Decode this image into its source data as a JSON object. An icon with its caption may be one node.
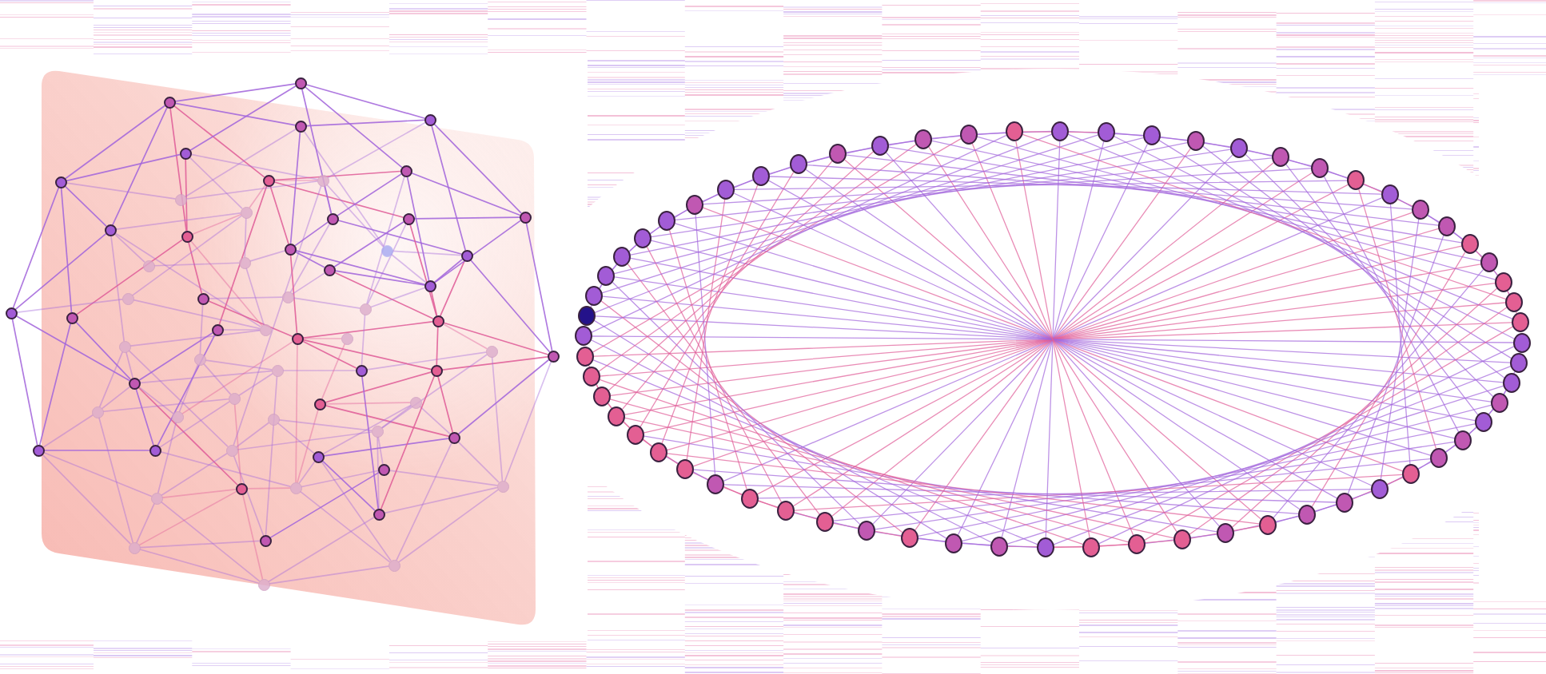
{
  "diagram": {
    "nodes": [
      {
        "text": [],
        "shape": "circle"
      },
      {
        "text": [],
        "shape": "circle"
      },
      {
        "text": [],
        "shape": "circle"
      },
      {
        "text": [],
        "shape": "circle"
      },
      {
        "text": [],
        "shape": "circle"
      },
      {
        "text": [],
        "shape": "circle"
      },
      {
        "text": [],
        "shape": "circle"
      },
      {
        "text": [],
        "shape": "circle"
      },
      {
        "text": [],
        "shape": "circle"
      },
      {
        "text": [],
        "shape": "circle"
      },
      {
        "text": [],
        "shape": "circle"
      },
      {
        "text": [],
        "shape": "circle"
      },
      {
        "text": [],
        "shape": "circle"
      },
      {
        "text": [],
        "shape": "circle"
      },
      {
        "text": [],
        "shape": "circle"
      },
      {
        "text": [],
        "shape": "circle"
      },
      {
        "text": [],
        "shape": "circle"
      },
      {
        "text": [],
        "shape": "circle"
      },
      {
        "text": [],
        "shape": "circle"
      },
      {
        "text": [],
        "shape": "circle"
      },
      {
        "text": [],
        "shape": "circle"
      },
      {
        "text": [],
        "shape": "circle"
      },
      {
        "text": [],
        "shape": "circle"
      },
      {
        "text": [],
        "shape": "circle"
      },
      {
        "text": [],
        "shape": "circle"
      },
      {
        "text": [],
        "shape": "circle"
      },
      {
        "text": [],
        "shape": "circle"
      },
      {
        "text": [],
        "shape": "circle"
      },
      {
        "text": [],
        "shape": "circle"
      },
      {
        "text": [],
        "shape": "circle"
      },
      {
        "text": [],
        "shape": "circle"
      },
      {
        "text": [],
        "shape": "circle"
      },
      {
        "text": [],
        "shape": "circle"
      },
      {
        "text": [],
        "shape": "circle"
      },
      {
        "text": [],
        "shape": "circle"
      },
      {
        "text": [],
        "shape": "circle"
      },
      {
        "text": [],
        "shape": "circle"
      },
      {
        "text": [],
        "shape": "circle"
      },
      {
        "text": [],
        "shape": "circle"
      },
      {
        "text": [],
        "shape": "circle"
      },
      {
        "text": [],
        "shape": "circle"
      },
      {
        "text": [],
        "shape": "circle"
      },
      {
        "text": [],
        "shape": "circle"
      },
      {
        "text": [],
        "shape": "circle"
      },
      {
        "text": [],
        "shape": "circle"
      },
      {
        "text": [],
        "shape": "circle"
      },
      {
        "text": [],
        "shape": "circle"
      },
      {
        "text": [],
        "shape": "circle"
      },
      {
        "text": [],
        "shape": "circle"
      },
      {
        "text": [],
        "shape": "circle"
      },
      {
        "text": [],
        "shape": "circle"
      },
      {
        "text": [],
        "shape": "circle"
      },
      {
        "text": [],
        "shape": "circle"
      },
      {
        "text": [],
        "shape": "circle"
      },
      {
        "text": [],
        "shape": "circle"
      },
      {
        "text": [],
        "shape": "circle"
      },
      {
        "text": [],
        "shape": "circle"
      },
      {
        "text": [],
        "shape": "circle"
      },
      {
        "text": [],
        "shape": "circle"
      },
      {
        "text": [],
        "shape": "circle"
      },
      {
        "text": [],
        "shape": "circle"
      },
      {
        "text": [],
        "shape": "circle"
      },
      {
        "text": [],
        "shape": "circle"
      },
      {
        "text": [],
        "shape": "circle"
      },
      {
        "text": [],
        "shape": "circle"
      },
      {
        "text": [],
        "shape": "circle"
      },
      {
        "text": [],
        "shape": "circle"
      },
      {
        "text": [],
        "shape": "circle"
      },
      {
        "text": [],
        "shape": "circle"
      },
      {
        "text": [],
        "shape": "circle"
      },
      {
        "text": [],
        "shape": "circle"
      },
      {
        "text": [],
        "shape": "circle"
      },
      {
        "text": [],
        "shape": "circle"
      },
      {
        "text": [],
        "shape": "circle"
      },
      {
        "text": [],
        "shape": "circle"
      },
      {
        "text": [],
        "shape": "circle"
      },
      {
        "text": [],
        "shape": "circle"
      },
      {
        "text": [],
        "shape": "circle"
      },
      {
        "text": [],
        "shape": "circle"
      },
      {
        "text": [],
        "shape": "circle"
      },
      {
        "text": [],
        "shape": "circle"
      },
      {
        "text": [],
        "shape": "circle"
      },
      {
        "text": [],
        "shape": "circle"
      },
      {
        "text": [],
        "shape": "circle"
      },
      {
        "text": [],
        "shape": "circle"
      },
      {
        "text": [],
        "shape": "circle"
      },
      {
        "text": [],
        "shape": "circle"
      },
      {
        "text": [],
        "shape": "circle"
      },
      {
        "text": [],
        "shape": "circle"
      },
      {
        "text": [],
        "shape": "circle"
      },
      {
        "text": [],
        "shape": "circle"
      },
      {
        "text": [],
        "shape": "circle"
      },
      {
        "text": [],
        "shape": "circle"
      },
      {
        "text": [],
        "shape": "circle"
      },
      {
        "text": [],
        "shape": "circle"
      },
      {
        "text": [],
        "shape": "circle"
      },
      {
        "text": [],
        "shape": "circle"
      },
      {
        "text": [],
        "shape": "circle"
      },
      {
        "text": [],
        "shape": "circle"
      },
      {
        "text": [],
        "shape": "circle"
      },
      {
        "text": [],
        "shape": "circle"
      },
      {
        "text": [],
        "shape": "circle"
      },
      {
        "text": [],
        "shape": "circle"
      },
      {
        "text": [],
        "shape": "circle"
      },
      {
        "text": [],
        "shape": "circle"
      },
      {
        "text": [],
        "shape": "circle"
      },
      {
        "text": [],
        "shape": "circle"
      },
      {
        "text": [],
        "shape": "circle"
      },
      {
        "text": [],
        "shape": "circle"
      },
      {
        "text": [],
        "shape": "circle"
      },
      {
        "text": [],
        "shape": "circle"
      },
      {
        "text": [],
        "shape": "circle"
      },
      {
        "text": [],
        "shape": "circle"
      },
      {
        "text": [],
        "shape": "circle"
      },
      {
        "text": [],
        "shape": "circle"
      },
      {
        "text": [],
        "shape": "circle"
      },
      {
        "text": [],
        "shape": "circle"
      },
      {
        "text": [],
        "shape": "circle"
      },
      {
        "text": [],
        "shape": "circle"
      },
      {
        "text": [],
        "shape": "circle"
      },
      {
        "text": [],
        "shape": "circle"
      },
      {
        "text": [],
        "shape": "circle"
      },
      {
        "text": [],
        "shape": "circle"
      },
      {
        "text": [],
        "shape": "circle"
      },
      {
        "text": [],
        "shape": "circle"
      },
      {
        "text": [],
        "shape": "circle"
      },
      {
        "text": [],
        "shape": "circle"
      },
      {
        "text": [],
        "shape": "circle"
      }
    ],
    "edges": [
      {
        "from": 1,
        "to": 0,
        "arrow": "none"
      },
      {
        "from": 1,
        "to": 3,
        "arrow": "none"
      },
      {
        "from": 1,
        "to": 7,
        "arrow": "none",
        "color": "#e0609a"
      },
      {
        "from": 1,
        "to": 6,
        "arrow": "none"
      },
      {
        "from": 1,
        "to": 14,
        "arrow": "none"
      },
      {
        "from": 1,
        "to": 15,
        "arrow": "none",
        "color": "#e0609a"
      },
      {
        "from": 4,
        "to": 6,
        "arrow": "none"
      },
      {
        "from": 4,
        "to": 0,
        "arrow": "none"
      },
      {
        "from": 4,
        "to": 8,
        "arrow": "none"
      },
      {
        "from": 4,
        "to": 15,
        "arrow": "none",
        "color": "#e0609a"
      },
      {
        "from": 4,
        "to": 10,
        "arrow": "none"
      },
      {
        "from": 6,
        "to": 9,
        "arrow": "none"
      },
      {
        "from": 6,
        "to": 14,
        "arrow": "none"
      },
      {
        "from": 6,
        "to": 27,
        "arrow": "none"
      },
      {
        "from": 6,
        "to": 28,
        "arrow": "none"
      },
      {
        "from": 14,
        "to": 10,
        "arrow": "none"
      },
      {
        "from": 14,
        "to": 20,
        "arrow": "none"
      },
      {
        "from": 14,
        "to": 31,
        "arrow": "none"
      },
      {
        "from": 14,
        "to": 34,
        "arrow": "none"
      },
      {
        "from": 14,
        "to": 27,
        "arrow": "none"
      },
      {
        "from": 7,
        "to": 30,
        "arrow": "none",
        "color": "#e0609a"
      },
      {
        "from": 7,
        "to": 16,
        "arrow": "none",
        "color": "#e0609a"
      },
      {
        "from": 7,
        "to": 5,
        "arrow": "none",
        "color": "#e0609a"
      },
      {
        "from": 7,
        "to": 12,
        "arrow": "none",
        "color": "#e0609a"
      },
      {
        "from": 7,
        "to": 8,
        "arrow": "none",
        "color": "#e0609a"
      },
      {
        "from": 9,
        "to": 8,
        "arrow": "none"
      },
      {
        "from": 9,
        "to": 3,
        "arrow": "none"
      },
      {
        "from": 15,
        "to": 28,
        "arrow": "none",
        "color": "#e0609a"
      },
      {
        "from": 15,
        "to": 24,
        "arrow": "none",
        "color": "#e0609a"
      },
      {
        "from": 15,
        "to": 10,
        "arrow": "none",
        "color": "#e0609a"
      },
      {
        "from": 15,
        "to": 31,
        "arrow": "none",
        "color": "#e0609a"
      },
      {
        "from": 20,
        "to": 19,
        "arrow": "none"
      },
      {
        "from": 23,
        "to": 27,
        "arrow": "none"
      },
      {
        "from": 23,
        "to": 31,
        "arrow": "none"
      },
      {
        "from": 23,
        "to": 10,
        "arrow": "none"
      },
      {
        "from": 24,
        "to": 32,
        "arrow": "none",
        "color": "#e0609a"
      },
      {
        "from": 27,
        "to": 50,
        "arrow": "none"
      },
      {
        "from": 27,
        "to": 41,
        "arrow": "none"
      },
      {
        "from": 28,
        "to": 50,
        "arrow": "none"
      },
      {
        "from": 28,
        "to": 41,
        "arrow": "none"
      },
      {
        "from": 34,
        "to": 31,
        "arrow": "none"
      },
      {
        "from": 34,
        "to": 45,
        "arrow": "none"
      },
      {
        "from": 34,
        "to": 41,
        "arrow": "none"
      },
      {
        "from": 34,
        "to": 52,
        "arrow": "none"
      },
      {
        "from": 41,
        "to": 38,
        "arrow": "none"
      },
      {
        "from": 41,
        "to": 30,
        "arrow": "none"
      },
      {
        "from": 41,
        "to": 51,
        "arrow": "none"
      },
      {
        "from": 41,
        "to": 45,
        "arrow": "none"
      },
      {
        "from": 41,
        "to": 46,
        "arrow": "none"
      },
      {
        "from": 41,
        "to": 57,
        "arrow": "none",
        "color": "#e0609a"
      },
      {
        "from": 45,
        "to": 50,
        "arrow": "none"
      },
      {
        "from": 45,
        "to": 42,
        "arrow": "none"
      },
      {
        "from": 45,
        "to": 61,
        "arrow": "none"
      },
      {
        "from": 46,
        "to": 32,
        "arrow": "none",
        "color": "#e0609a"
      },
      {
        "from": 46,
        "to": 58,
        "arrow": "none"
      },
      {
        "from": 50,
        "to": 51,
        "arrow": "none"
      },
      {
        "from": 50,
        "to": 58,
        "arrow": "none"
      },
      {
        "from": 50,
        "to": 61,
        "arrow": "none"
      },
      {
        "from": 51,
        "to": 42,
        "arrow": "none"
      },
      {
        "from": 51,
        "to": 56,
        "arrow": "none"
      },
      {
        "from": 51,
        "to": 30,
        "arrow": "none"
      },
      {
        "from": 58,
        "to": 52,
        "arrow": "none"
      },
      {
        "from": 58,
        "to": 61,
        "arrow": "none"
      },
      {
        "from": 58,
        "to": 63,
        "arrow": "none"
      },
      {
        "from": 58,
        "to": 57,
        "arrow": "none",
        "color": "#e0609a"
      },
      {
        "from": 61,
        "to": 60,
        "arrow": "none"
      },
      {
        "from": 61,
        "to": 63,
        "arrow": "none"
      },
      {
        "from": 61,
        "to": 57,
        "arrow": "none",
        "color": "#e0609a"
      },
      {
        "from": 52,
        "to": 47,
        "arrow": "none"
      },
      {
        "from": 52,
        "to": 48,
        "arrow": "none"
      },
      {
        "from": 52,
        "to": 60,
        "arrow": "none"
      },
      {
        "from": 57,
        "to": 56,
        "arrow": "none",
        "color": "#e0609a"
      },
      {
        "from": 57,
        "to": 63,
        "arrow": "none",
        "color": "#e0609a"
      },
      {
        "from": 57,
        "to": 42,
        "arrow": "none",
        "color": "#e0609a"
      },
      {
        "from": 60,
        "to": 38,
        "arrow": "none"
      },
      {
        "from": 60,
        "to": 54,
        "arrow": "none"
      },
      {
        "from": 63,
        "to": 62,
        "arrow": "none"
      },
      {
        "from": 63,
        "to": 59,
        "arrow": "none"
      },
      {
        "from": 36,
        "to": 13,
        "arrow": "none"
      },
      {
        "from": 36,
        "to": 49,
        "arrow": "none"
      },
      {
        "from": 36,
        "to": 55,
        "arrow": "none"
      },
      {
        "from": 36,
        "to": 29,
        "arrow": "none",
        "color": "#e0609a"
      },
      {
        "from": 36,
        "to": 40,
        "arrow": "none",
        "color": "#e0609a"
      },
      {
        "from": 49,
        "to": 62,
        "arrow": "none"
      },
      {
        "from": 49,
        "to": 55,
        "arrow": "none"
      },
      {
        "from": 49,
        "to": 53,
        "arrow": "none"
      },
      {
        "from": 49,
        "to": 43,
        "arrow": "none"
      },
      {
        "from": 49,
        "to": 40,
        "arrow": "none",
        "color": "#e0609a"
      },
      {
        "from": 49,
        "to": 44,
        "arrow": "none",
        "color": "#e0609a"
      },
      {
        "from": 55,
        "to": 35,
        "arrow": "none"
      },
      {
        "from": 55,
        "to": 54,
        "arrow": "none"
      },
      {
        "from": 55,
        "to": 59,
        "arrow": "none"
      },
      {
        "from": 55,
        "to": 62,
        "arrow": "none"
      },
      {
        "from": 35,
        "to": 39,
        "arrow": "none"
      },
      {
        "from": 35,
        "to": 48,
        "arrow": "none"
      },
      {
        "from": 35,
        "to": 29,
        "arrow": "none",
        "color": "#e0609a"
      },
      {
        "from": 29,
        "to": 18,
        "arrow": "none",
        "color": "#e0609a"
      },
      {
        "from": 29,
        "to": 21,
        "arrow": "none",
        "color": "#e0609a"
      },
      {
        "from": 29,
        "to": 32,
        "arrow": "none",
        "color": "#e0609a"
      },
      {
        "from": 29,
        "to": 40,
        "arrow": "none",
        "color": "#e0609a"
      },
      {
        "from": 40,
        "to": 44,
        "arrow": "none",
        "color": "#e0609a"
      },
      {
        "from": 40,
        "to": 59,
        "arrow": "none",
        "color": "#e0609a"
      },
      {
        "from": 40,
        "to": 32,
        "arrow": "none",
        "color": "#e0609a"
      },
      {
        "from": 32,
        "to": 33,
        "arrow": "none",
        "color": "#e0609a"
      },
      {
        "from": 32,
        "to": 56,
        "arrow": "none",
        "color": "#e0609a"
      },
      {
        "from": 32,
        "to": 39,
        "arrow": "none",
        "color": "#e0609a"
      },
      {
        "from": 39,
        "to": 59,
        "arrow": "none"
      },
      {
        "from": 39,
        "to": 26,
        "arrow": "none"
      },
      {
        "from": 39,
        "to": 38,
        "arrow": "none"
      },
      {
        "from": 44,
        "to": 43,
        "arrow": "none",
        "color": "#e0609a"
      },
      {
        "from": 44,
        "to": 56,
        "arrow": "none",
        "color": "#e0609a"
      },
      {
        "from": 44,
        "to": 33,
        "arrow": "none",
        "color": "#e0609a"
      },
      {
        "from": 43,
        "to": 48,
        "arrow": "none"
      },
      {
        "from": 43,
        "to": 53,
        "arrow": "none"
      },
      {
        "from": 48,
        "to": 47,
        "arrow": "none"
      },
      {
        "from": 48,
        "to": 54,
        "arrow": "none"
      },
      {
        "from": 48,
        "to": 59,
        "arrow": "none"
      },
      {
        "from": 53,
        "to": 59,
        "arrow": "none"
      },
      {
        "from": 53,
        "to": 47,
        "arrow": "none"
      },
      {
        "from": 53,
        "to": 62,
        "arrow": "none"
      },
      {
        "from": 53,
        "to": 56,
        "arrow": "none"
      },
      {
        "from": 54,
        "to": 56,
        "arrow": "none"
      },
      {
        "from": 56,
        "to": 62,
        "arrow": "none"
      },
      {
        "from": 0,
        "to": 2,
        "arrow": "none"
      },
      {
        "from": 0,
        "to": 11,
        "arrow": "none"
      },
      {
        "from": 0,
        "to": 5,
        "arrow": "none"
      },
      {
        "from": 3,
        "to": 2,
        "arrow": "none"
      },
      {
        "from": 3,
        "to": 16,
        "arrow": "none"
      },
      {
        "from": 3,
        "to": 17,
        "arrow": "none"
      },
      {
        "from": 2,
        "to": 8,
        "arrow": "none"
      },
      {
        "from": 2,
        "to": 18,
        "arrow": "none"
      },
      {
        "from": 2,
        "to": 13,
        "arrow": "none"
      },
      {
        "from": 5,
        "to": 11,
        "arrow": "none"
      },
      {
        "from": 5,
        "to": 22,
        "arrow": "none"
      },
      {
        "from": 5,
        "to": 13,
        "arrow": "none"
      },
      {
        "from": 5,
        "to": 26,
        "arrow": "none"
      },
      {
        "from": 8,
        "to": 11,
        "arrow": "none"
      },
      {
        "from": 8,
        "to": 17,
        "arrow": "none"
      },
      {
        "from": 8,
        "to": 52,
        "arrow": "none"
      },
      {
        "from": 11,
        "to": 18,
        "arrow": "none"
      },
      {
        "from": 11,
        "to": 16,
        "arrow": "none"
      },
      {
        "from": 11,
        "to": 25,
        "arrow": "none"
      },
      {
        "from": 12,
        "to": 21,
        "arrow": "none"
      },
      {
        "from": 12,
        "to": 29,
        "arrow": "none",
        "color": "#e0609a"
      },
      {
        "from": 12,
        "to": 13,
        "arrow": "none"
      },
      {
        "from": 12,
        "to": 26,
        "arrow": "none"
      },
      {
        "from": 13,
        "to": 22,
        "arrow": "none"
      },
      {
        "from": 16,
        "to": 32,
        "arrow": "none",
        "color": "#e0609a"
      },
      {
        "from": 16,
        "to": 21,
        "arrow": "none"
      },
      {
        "from": 16,
        "to": 22,
        "arrow": "none"
      },
      {
        "from": 17,
        "to": 22,
        "arrow": "none"
      },
      {
        "from": 17,
        "to": 18,
        "arrow": "none"
      },
      {
        "from": 18,
        "to": 22,
        "arrow": "none"
      },
      {
        "from": 18,
        "to": 36,
        "arrow": "none"
      },
      {
        "from": 21,
        "to": 25,
        "arrow": "none"
      },
      {
        "from": 21,
        "to": 22,
        "arrow": "none"
      },
      {
        "from": 22,
        "to": 29,
        "arrow": "none",
        "color": "#e0609a"
      },
      {
        "from": 22,
        "to": 26,
        "arrow": "none"
      },
      {
        "from": 26,
        "to": 25,
        "arrow": "none"
      },
      {
        "from": 25,
        "to": 24,
        "arrow": "none"
      },
      {
        "from": 10,
        "to": 7,
        "arrow": "none",
        "color": "#e0609a"
      },
      {
        "from": 10,
        "to": 19,
        "arrow": "none"
      },
      {
        "from": 19,
        "to": 31,
        "arrow": "none"
      },
      {
        "from": 19,
        "to": 16,
        "arrow": "none"
      },
      {
        "from": 30,
        "to": 31,
        "arrow": "none"
      },
      {
        "from": 37,
        "to": 24,
        "arrow": "none"
      },
      {
        "from": 37,
        "to": 46,
        "arrow": "none"
      },
      {
        "from": 37,
        "to": 38,
        "arrow": "none"
      },
      {
        "from": 37,
        "to": 42,
        "arrow": "none"
      },
      {
        "from": 42,
        "to": 38,
        "arrow": "none"
      },
      {
        "from": 64,
        "to": 66,
        "arrow": "none"
      },
      {
        "from": 65,
        "to": 67,
        "arrow": "none"
      },
      {
        "from": 66,
        "to": 68,
        "arrow": "none"
      },
      {
        "from": 67,
        "to": 69,
        "arrow": "none"
      },
      {
        "from": 68,
        "to": 70,
        "arrow": "none"
      },
      {
        "from": 69,
        "to": 71,
        "arrow": "none"
      },
      {
        "from": 70,
        "to": 72,
        "arrow": "none"
      },
      {
        "from": 71,
        "to": 73,
        "arrow": "none",
        "color": "#e0609a"
      },
      {
        "from": 72,
        "to": 74,
        "arrow": "none"
      },
      {
        "from": 73,
        "to": 75,
        "arrow": "none"
      },
      {
        "from": 74,
        "to": 76,
        "arrow": "none"
      },
      {
        "from": 75,
        "to": 77,
        "arrow": "none",
        "color": "#e0609a"
      },
      {
        "from": 76,
        "to": 78,
        "arrow": "none"
      },
      {
        "from": 77,
        "to": 79,
        "arrow": "none",
        "color": "#e0609a"
      },
      {
        "from": 81,
        "to": 83,
        "arrow": "none"
      },
      {
        "from": 82,
        "to": 84,
        "arrow": "none"
      },
      {
        "from": 83,
        "to": 85,
        "arrow": "none"
      },
      {
        "from": 84,
        "to": 86,
        "arrow": "none"
      },
      {
        "from": 85,
        "to": 87,
        "arrow": "none"
      },
      {
        "from": 86,
        "to": 88,
        "arrow": "none"
      },
      {
        "from": 87,
        "to": 89,
        "arrow": "none",
        "color": "#e0609a"
      },
      {
        "from": 88,
        "to": 90,
        "arrow": "none"
      },
      {
        "from": 89,
        "to": 91,
        "arrow": "none"
      },
      {
        "from": 90,
        "to": 92,
        "arrow": "none"
      },
      {
        "from": 91,
        "to": 93,
        "arrow": "none",
        "color": "#e0609a"
      },
      {
        "from": 92,
        "to": 94,
        "arrow": "none"
      },
      {
        "from": 93,
        "to": 95,
        "arrow": "none",
        "color": "#e0609a"
      },
      {
        "from": 94,
        "to": 96,
        "arrow": "none",
        "color": "#e0609a"
      },
      {
        "from": 95,
        "to": 97,
        "arrow": "none",
        "color": "#e0609a"
      },
      {
        "from": 96,
        "to": 98,
        "arrow": "none"
      },
      {
        "from": 97,
        "to": 99,
        "arrow": "none"
      },
      {
        "from": 98,
        "to": 100,
        "arrow": "none"
      },
      {
        "from": 99,
        "to": 101,
        "arrow": "none",
        "color": "#e0609a"
      },
      {
        "from": 100,
        "to": 102,
        "arrow": "none"
      },
      {
        "from": 101,
        "to": 103,
        "arrow": "none",
        "color": "#e0609a"
      },
      {
        "from": 102,
        "to": 104,
        "arrow": "none",
        "color": "#e0609a"
      },
      {
        "from": 103,
        "to": 105,
        "arrow": "none",
        "color": "#e0609a"
      },
      {
        "from": 104,
        "to": 106,
        "arrow": "none"
      },
      {
        "from": 105,
        "to": 107,
        "arrow": "none",
        "color": "#e0609a"
      },
      {
        "from": 106,
        "to": 108,
        "arrow": "none",
        "color": "#e0609a"
      },
      {
        "from": 107,
        "to": 109,
        "arrow": "none",
        "color": "#e0609a"
      },
      {
        "from": 108,
        "to": 110,
        "arrow": "none",
        "color": "#e0609a"
      },
      {
        "from": 109,
        "to": 111,
        "arrow": "none",
        "color": "#e0609a"
      },
      {
        "from": 113,
        "to": 115,
        "arrow": "none"
      },
      {
        "from": 114,
        "to": 116,
        "arrow": "none"
      },
      {
        "from": 115,
        "to": 117,
        "arrow": "none"
      },
      {
        "from": 116,
        "to": 118,
        "arrow": "none"
      },
      {
        "from": 117,
        "to": 119,
        "arrow": "none"
      },
      {
        "from": 118,
        "to": 120,
        "arrow": "none"
      },
      {
        "from": 119,
        "to": 121,
        "arrow": "none"
      },
      {
        "from": 120,
        "to": 122,
        "arrow": "none"
      },
      {
        "from": 121,
        "to": 123,
        "arrow": "none"
      },
      {
        "from": 122,
        "to": 124,
        "arrow": "none"
      },
      {
        "from": 123,
        "to": 125,
        "arrow": "none"
      },
      {
        "from": 124,
        "to": 126,
        "arrow": "none"
      },
      {
        "from": 125,
        "to": 127,
        "arrow": "none"
      },
      {
        "from": 126,
        "to": 64,
        "arrow": "none"
      },
      {
        "from": 127,
        "to": 65,
        "arrow": "none",
        "color": "#e0609a"
      },
      {
        "from": 64,
        "to": 96,
        "arrow": "none"
      },
      {
        "from": 65,
        "to": 97,
        "arrow": "none"
      },
      {
        "from": 66,
        "to": 98,
        "arrow": "none"
      },
      {
        "from": 67,
        "to": 99,
        "arrow": "none",
        "color": "#e0609a"
      },
      {
        "from": 68,
        "to": 100,
        "arrow": "none"
      },
      {
        "from": 69,
        "to": 101,
        "arrow": "none",
        "color": "#e0609a"
      },
      {
        "from": 70,
        "to": 102,
        "arrow": "none",
        "color": "#e0609a"
      },
      {
        "from": 71,
        "to": 103,
        "arrow": "none",
        "color": "#e0609a"
      },
      {
        "from": 72,
        "to": 104,
        "arrow": "none"
      },
      {
        "from": 73,
        "to": 105,
        "arrow": "none",
        "color": "#e0609a"
      },
      {
        "from": 74,
        "to": 106,
        "arrow": "none",
        "color": "#e0609a"
      },
      {
        "from": 75,
        "to": 107,
        "arrow": "none",
        "color": "#e0609a"
      },
      {
        "from": 76,
        "to": 108,
        "arrow": "none",
        "color": "#e0609a"
      },
      {
        "from": 77,
        "to": 109,
        "arrow": "none",
        "color": "#e0609a"
      },
      {
        "from": 78,
        "to": 110,
        "arrow": "none",
        "color": "#e0609a"
      },
      {
        "from": 79,
        "to": 111,
        "arrow": "none",
        "color": "#e0609a"
      },
      {
        "from": 80,
        "to": 112,
        "arrow": "none"
      },
      {
        "from": 81,
        "to": 113,
        "arrow": "none"
      },
      {
        "from": 82,
        "to": 114,
        "arrow": "none"
      },
      {
        "from": 83,
        "to": 115,
        "arrow": "none"
      },
      {
        "from": 84,
        "to": 116,
        "arrow": "none"
      },
      {
        "from": 85,
        "to": 117,
        "arrow": "none"
      },
      {
        "from": 86,
        "to": 118,
        "arrow": "none"
      },
      {
        "from": 87,
        "to": 119,
        "arrow": "none",
        "color": "#e0609a"
      },
      {
        "from": 88,
        "to": 120,
        "arrow": "none"
      },
      {
        "from": 89,
        "to": 121,
        "arrow": "none"
      },
      {
        "from": 90,
        "to": 122,
        "arrow": "none"
      },
      {
        "from": 91,
        "to": 123,
        "arrow": "none",
        "color": "#e0609a"
      },
      {
        "from": 92,
        "to": 124,
        "arrow": "none"
      },
      {
        "from": 93,
        "to": 125,
        "arrow": "none",
        "color": "#e0609a"
      },
      {
        "from": 94,
        "to": 126,
        "arrow": "none",
        "color": "#e0609a"
      },
      {
        "from": 95,
        "to": 127,
        "arrow": "none",
        "color": "#e0609a"
      },
      {
        "from": 64,
        "to": 79,
        "arrow": "none"
      },
      {
        "from": 65,
        "to": 80,
        "arrow": "none"
      },
      {
        "from": 66,
        "to": 81,
        "arrow": "none"
      },
      {
        "from": 67,
        "to": 82,
        "arrow": "none"
      },
      {
        "from": 68,
        "to": 83,
        "arrow": "none"
      },
      {
        "from": 69,
        "to": 84,
        "arrow": "none"
      },
      {
        "from": 70,
        "to": 85,
        "arrow": "none"
      },
      {
        "from": 71,
        "to": 86,
        "arrow": "none",
        "color": "#e0609a"
      },
      {
        "from": 72,
        "to": 87,
        "arrow": "none"
      },
      {
        "from": 73,
        "to": 88,
        "arrow": "none"
      },
      {
        "from": 74,
        "to": 89,
        "arrow": "none"
      },
      {
        "from": 75,
        "to": 90,
        "arrow": "none",
        "color": "#e0609a"
      },
      {
        "from": 76,
        "to": 91,
        "arrow": "none"
      },
      {
        "from": 77,
        "to": 92,
        "arrow": "none",
        "color": "#e0609a"
      },
      {
        "from": 78,
        "to": 93,
        "arrow": "none",
        "color": "#e0609a"
      },
      {
        "from": 79,
        "to": 94,
        "arrow": "none",
        "color": "#e0609a"
      },
      {
        "from": 80,
        "to": 95,
        "arrow": "none"
      },
      {
        "from": 81,
        "to": 96,
        "arrow": "none"
      },
      {
        "from": 82,
        "to": 97,
        "arrow": "none"
      },
      {
        "from": 83,
        "to": 98,
        "arrow": "none"
      },
      {
        "from": 84,
        "to": 99,
        "arrow": "none"
      },
      {
        "from": 85,
        "to": 100,
        "arrow": "none"
      },
      {
        "from": 86,
        "to": 101,
        "arrow": "none"
      },
      {
        "from": 87,
        "to": 102,
        "arrow": "none",
        "color": "#e0609a"
      },
      {
        "from": 88,
        "to": 103,
        "arrow": "none"
      },
      {
        "from": 89,
        "to": 104,
        "arrow": "none"
      },
      {
        "from": 90,
        "to": 105,
        "arrow": "none"
      },
      {
        "from": 91,
        "to": 106,
        "arrow": "none",
        "color": "#e0609a"
      },
      {
        "from": 92,
        "to": 107,
        "arrow": "none"
      },
      {
        "from": 93,
        "to": 108,
        "arrow": "none",
        "color": "#e0609a"
      },
      {
        "from": 94,
        "to": 109,
        "arrow": "none",
        "color": "#e0609a"
      },
      {
        "from": 95,
        "to": 110,
        "arrow": "none",
        "color": "#e0609a"
      },
      {
        "from": 96,
        "to": 111,
        "arrow": "none"
      },
      {
        "from": 97,
        "to": 112,
        "arrow": "none"
      },
      {
        "from": 98,
        "to": 113,
        "arrow": "none"
      },
      {
        "from": 99,
        "to": 114,
        "arrow": "none",
        "color": "#e0609a"
      },
      {
        "from": 100,
        "to": 115,
        "arrow": "none"
      },
      {
        "from": 101,
        "to": 116,
        "arrow": "none",
        "color": "#e0609a"
      },
      {
        "from": 102,
        "to": 117,
        "arrow": "none",
        "color": "#e0609a"
      },
      {
        "from": 103,
        "to": 118,
        "arrow": "none",
        "color": "#e0609a"
      },
      {
        "from": 104,
        "to": 119,
        "arrow": "none"
      },
      {
        "from": 105,
        "to": 120,
        "arrow": "none",
        "color": "#e0609a"
      },
      {
        "from": 106,
        "to": 121,
        "arrow": "none",
        "color": "#e0609a"
      },
      {
        "from": 107,
        "to": 122,
        "arrow": "none",
        "color": "#e0609a"
      },
      {
        "from": 108,
        "to": 123,
        "arrow": "none",
        "color": "#e0609a"
      },
      {
        "from": 109,
        "to": 124,
        "arrow": "none",
        "color": "#e0609a"
      },
      {
        "from": 110,
        "to": 125,
        "arrow": "none",
        "color": "#e0609a"
      },
      {
        "from": 111,
        "to": 126,
        "arrow": "none",
        "color": "#e0609a"
      },
      {
        "from": 112,
        "to": 127,
        "arrow": "none"
      },
      {
        "from": 113,
        "to": 64,
        "arrow": "none"
      },
      {
        "from": 114,
        "to": 65,
        "arrow": "none"
      },
      {
        "from": 115,
        "to": 66,
        "arrow": "none"
      },
      {
        "from": 116,
        "to": 67,
        "arrow": "none"
      },
      {
        "from": 117,
        "to": 68,
        "arrow": "none"
      },
      {
        "from": 118,
        "to": 69,
        "arrow": "none"
      },
      {
        "from": 119,
        "to": 70,
        "arrow": "none"
      },
      {
        "from": 120,
        "to": 71,
        "arrow": "none"
      },
      {
        "from": 121,
        "to": 72,
        "arrow": "none"
      },
      {
        "from": 122,
        "to": 73,
        "arrow": "none"
      },
      {
        "from": 123,
        "to": 74,
        "arrow": "none"
      },
      {
        "from": 124,
        "to": 75,
        "arrow": "none"
      },
      {
        "from": 125,
        "to": 76,
        "arrow": "none"
      },
      {
        "from": 126,
        "to": 77,
        "arrow": "none"
      },
      {
        "from": 127,
        "to": 78,
        "arrow": "none",
        "color": "#e0609a"
      }
    ]
  }
}
